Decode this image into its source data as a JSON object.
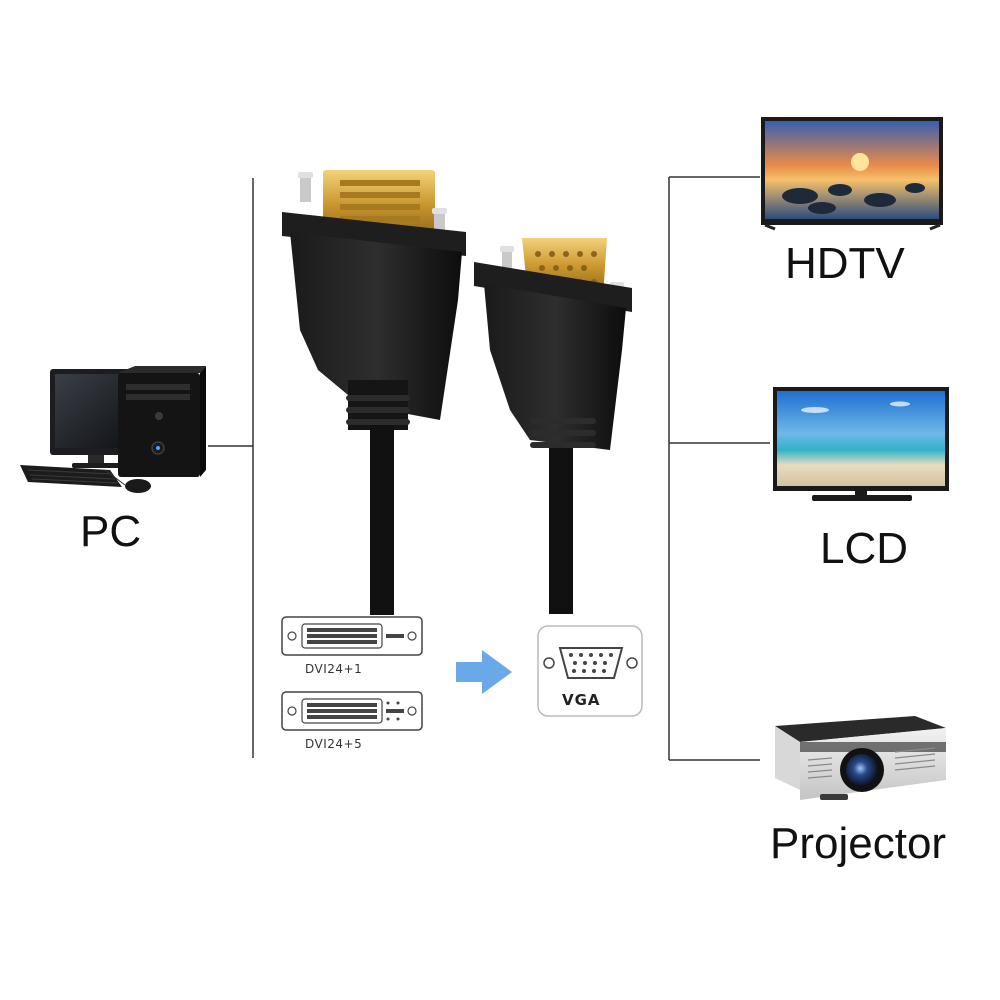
{
  "devices": {
    "source": {
      "label": "PC",
      "icon": "desktop-pc-icon"
    },
    "targets": [
      {
        "label": "HDTV",
        "icon": "hdtv-icon"
      },
      {
        "label": "LCD",
        "icon": "lcd-monitor-icon"
      },
      {
        "label": "Projector",
        "icon": "projector-icon"
      }
    ]
  },
  "ports": {
    "dvi_single": "DVI24+1",
    "dvi_dual": "DVI24+5",
    "vga": "VGA"
  },
  "colors": {
    "line": "#333333",
    "cable": "#111111",
    "gold": "#d4a53a",
    "arrow": "#6aa9e8"
  }
}
